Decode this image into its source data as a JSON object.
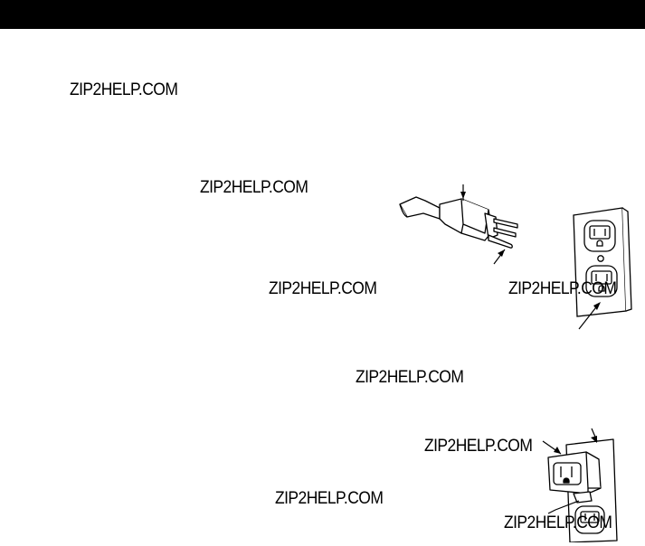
{
  "watermarks": [
    "ZIP2HELP.COM",
    "ZIP2HELP.COM",
    "ZIP2HELP.COM",
    "ZIP2HELP.COM",
    "ZIP2HELP.COM",
    "ZIP2HELP.COM",
    "ZIP2HELP.COM",
    "ZIP2HELP.COM"
  ],
  "colors": {
    "header": "#000000",
    "ink": "#000000",
    "paper": "#ffffff"
  }
}
